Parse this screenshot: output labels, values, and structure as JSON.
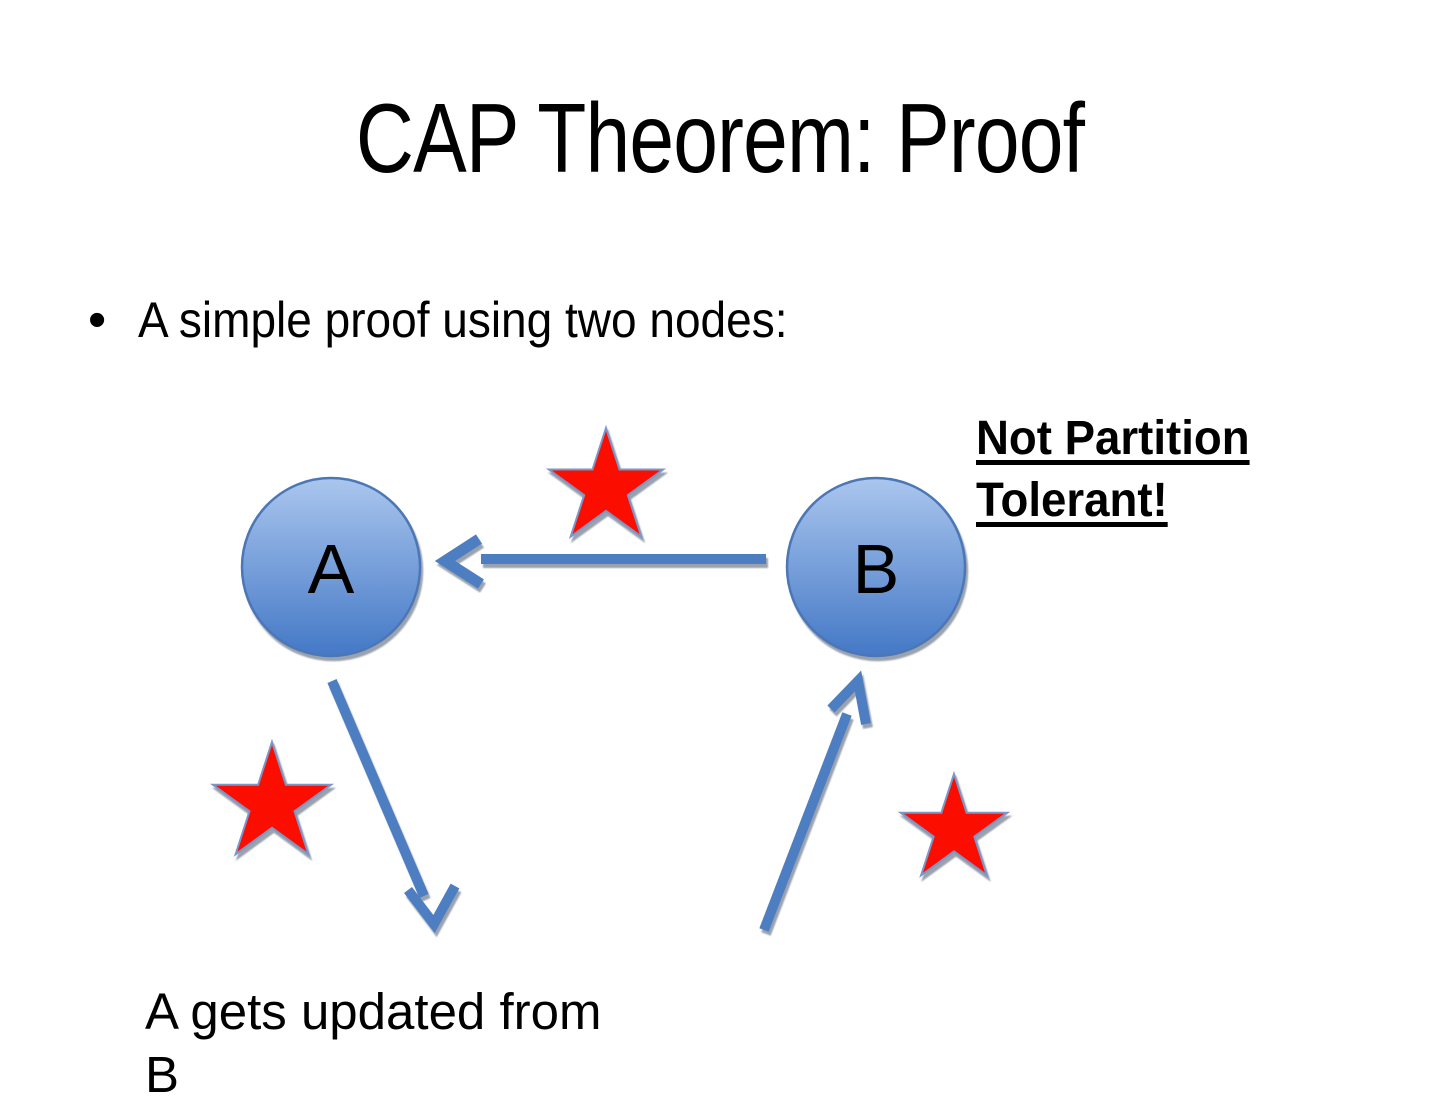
{
  "slide": {
    "title": "CAP Theorem: Proof",
    "bullet_glyph": "•",
    "bullet_text": "A simple proof using two nodes:",
    "node_a": "A",
    "node_b": "B",
    "annotation_full": "Not Partition Tolerant!",
    "annotation_lines": [
      "Not Partition",
      "Tolerant!"
    ],
    "caption_full": "A gets updated from B",
    "caption_lines": [
      "A gets updated from",
      "B"
    ]
  },
  "colors": {
    "background": "#FFFFFF",
    "text": "#000000",
    "star_fill": "#FB0806",
    "star_outline": "#7E95C5",
    "arrow_blue": "#4E7EC1",
    "node_fill_top": "#AAC6EE",
    "node_fill_bottom": "#4478C6",
    "node_border": "#4B77B7"
  }
}
